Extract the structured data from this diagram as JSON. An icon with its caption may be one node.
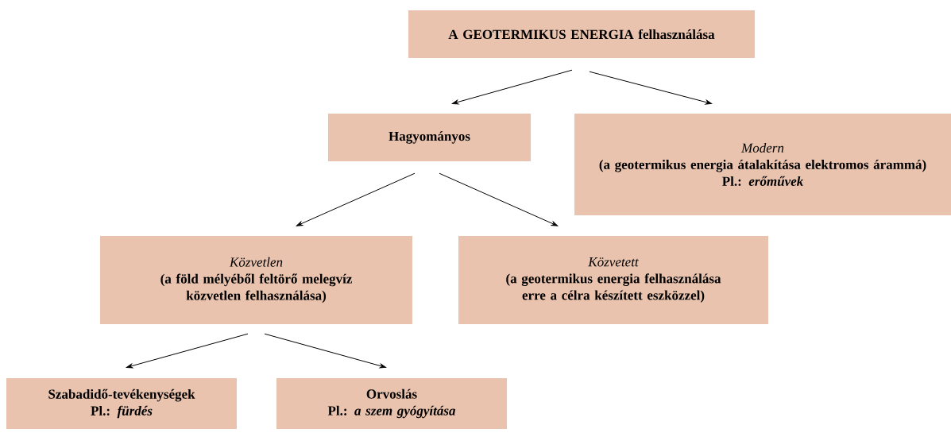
{
  "diagram": {
    "nodes": [
      {
        "text": [
          "A GEOTERMIKUS ENERGIA felhasználása"
        ]
      },
      {
        "text": [
          "Hagyományos"
        ]
      },
      {
        "text": [
          "Modern",
          "(a geotermikus energia átalakítása elektromos árammá)",
          "Pl.: *erőművek*"
        ]
      },
      {
        "text": [
          "Közvetlen",
          "(a föld mélyéből feltörő melegvíz közvetlen felhasználása)"
        ]
      },
      {
        "text": [
          "Közvetett",
          "(a geotermikus energia felhasználása erre a célra készített eszközzel)"
        ]
      },
      {
        "text": [
          "Szabadidő-tevékenységek",
          "Pl.: *fürdés*"
        ]
      },
      {
        "text": [
          "Orvoslás",
          "Pl.: *a szem gyógyítása*"
        ]
      }
    ],
    "edges": [
      {
        "from": 0,
        "to": 1,
        "arrow": "to"
      },
      {
        "from": 0,
        "to": 2,
        "arrow": "to"
      },
      {
        "from": 1,
        "to": 3,
        "arrow": "to"
      },
      {
        "from": 1,
        "to": 4,
        "arrow": "to"
      },
      {
        "from": 3,
        "to": 5,
        "arrow": "to"
      },
      {
        "from": 3,
        "to": 6,
        "arrow": "to"
      }
    ]
  }
}
